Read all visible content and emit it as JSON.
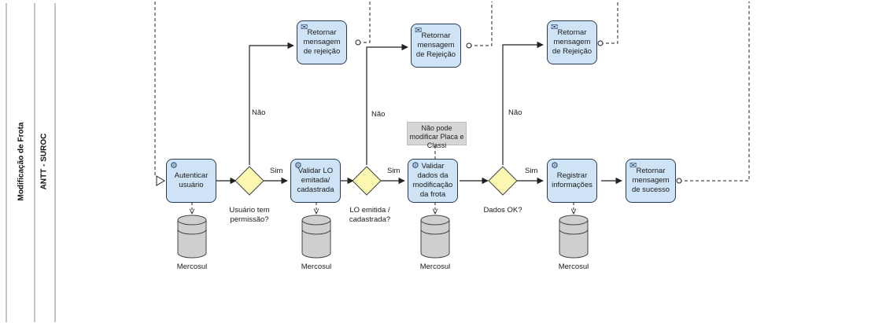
{
  "pool": {
    "label": "Modificação de Frota"
  },
  "lane": {
    "label": "ANTT - SUROC"
  },
  "tasks": {
    "autenticar": "Autenticar usuário",
    "validar_lo": "Validar LO emitada/ cadastrada",
    "validar_dados": "Validar dados da modificação da frota",
    "registrar": "Registrar informações",
    "retornar_sucesso": "Retornar mensagem de sucesso",
    "rejeicao_1": "Retornar mensagem de rejeição",
    "rejeicao_2": "Retornar mensagem de Rejeição",
    "rejeicao_3": "Retornar mensagem de Rejeição"
  },
  "gateways": {
    "g1": "Usuário tem permissão?",
    "g2": "LO emitida / cadastrada?",
    "g3": "Dados OK?"
  },
  "flow_labels": {
    "yes": "Sim",
    "no": "Não"
  },
  "annotation": "Não pode modificar Placa e Classi",
  "datastores": {
    "label": "Mercosul"
  },
  "colors": {
    "task_fill": "#cfe3f7",
    "task_stroke": "#2b3d55",
    "gateway_fill": "#fbf6b0",
    "datastore_fill": "#cfcfcf"
  },
  "icons": {
    "service_task": "gear-icon",
    "send_task": "envelope-icon",
    "start_event": "message-start-icon"
  }
}
